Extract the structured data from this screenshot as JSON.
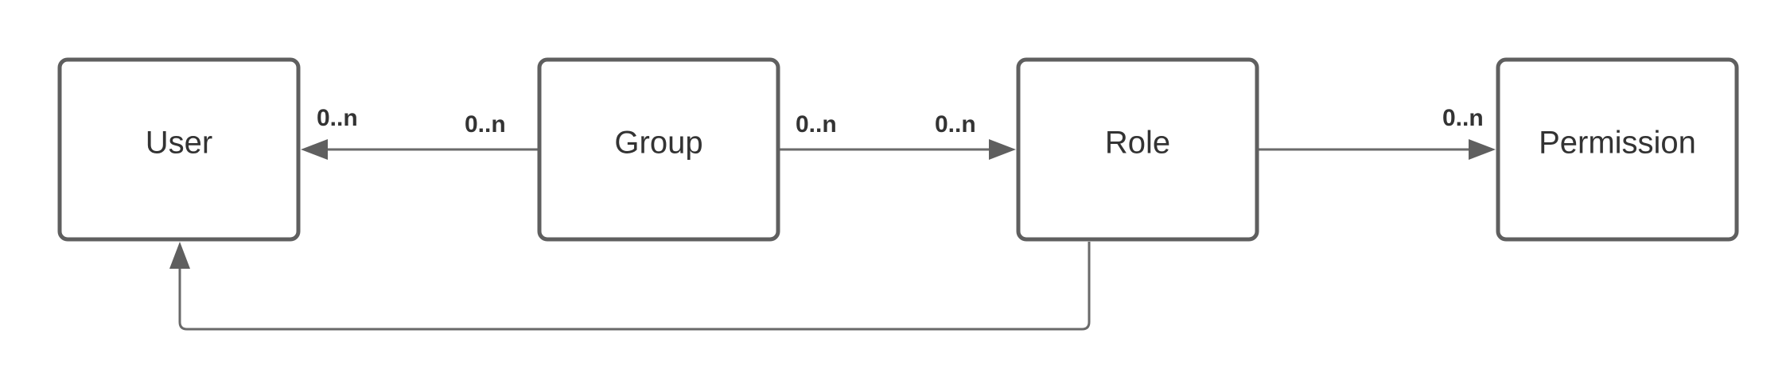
{
  "nodes": {
    "user": {
      "label": "User"
    },
    "group": {
      "label": "Group"
    },
    "role": {
      "label": "Role"
    },
    "permission": {
      "label": "Permission"
    }
  },
  "edges": {
    "group_to_user": {
      "source_label": "0..n",
      "target_label": "0..n"
    },
    "group_to_role": {
      "source_label": "0..n",
      "target_label": "0..n"
    },
    "role_to_permission": {
      "target_label": "0..n"
    },
    "role_to_user": {}
  },
  "colors": {
    "stroke": "#5f5f5f",
    "text": "#333333",
    "background": "#ffffff"
  }
}
